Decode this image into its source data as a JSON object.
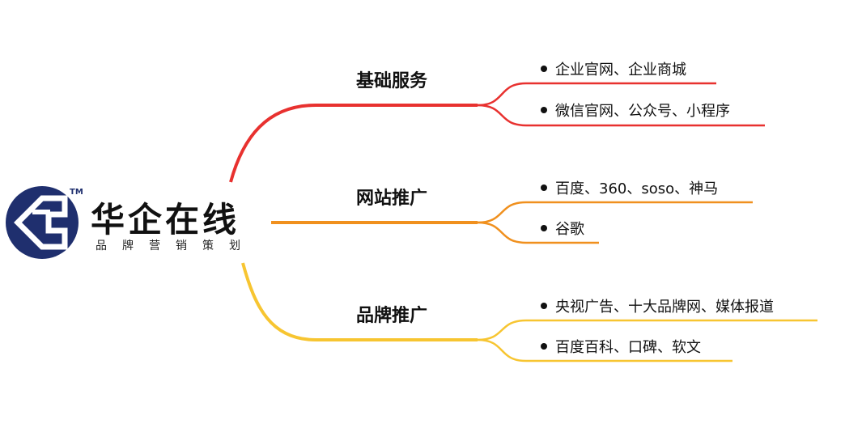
{
  "logo": {
    "brand": "华企在线",
    "slogan": "品牌营销策划",
    "tm": "TM",
    "color": "#1f2f6e"
  },
  "branches": [
    {
      "label": "基础服务",
      "color": "#e8312f",
      "leaves": [
        "企业官网、企业商城",
        "微信官网、公众号、小程序"
      ]
    },
    {
      "label": "网站推广",
      "color": "#f0901e",
      "leaves": [
        "百度、360、soso、神马",
        "谷歌"
      ]
    },
    {
      "label": "品牌推广",
      "color": "#f7c531",
      "leaves": [
        "央视广告、十大品牌网、媒体报道",
        "百度百科、口碑、软文"
      ]
    }
  ]
}
